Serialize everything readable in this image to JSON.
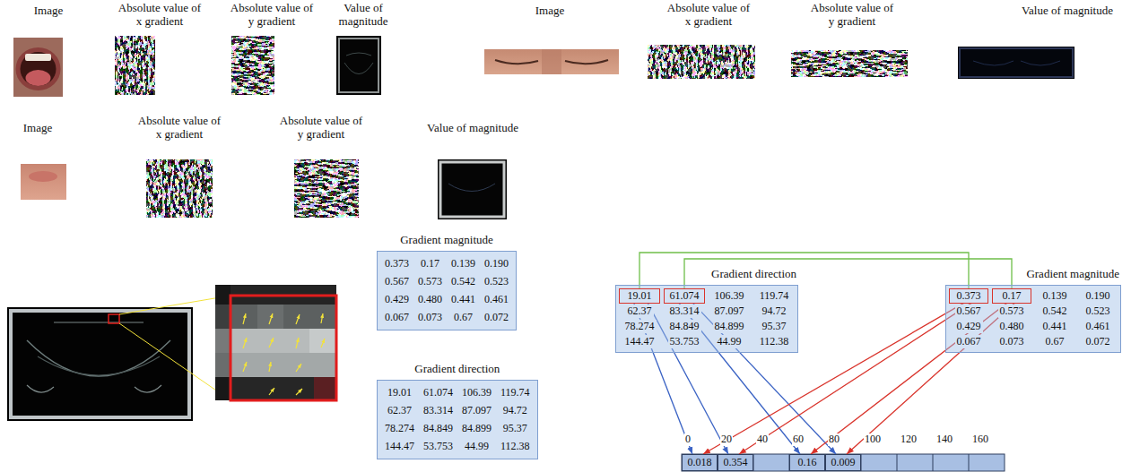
{
  "diagram": {
    "nodes": [
      {
        "text": [
          "Gradient magnitude",
          "0.373",
          "0.17",
          "0.139",
          "0.190",
          "0.567",
          "0.573",
          "0.542",
          "0.523",
          "0.429",
          "0.480",
          "0.441",
          "0.461",
          "0.067",
          "0.073",
          "0.67",
          "0.072"
        ]
      },
      {
        "text": [
          "Gradient direction",
          "19.01",
          "61.074",
          "106.39",
          "119.74",
          "62.37",
          "83.314",
          "87.097",
          "94.72",
          "78.274",
          "84.849",
          "84.899",
          "95.37",
          "144.47",
          "53.753",
          "44.99",
          "112.38"
        ]
      },
      {
        "text": [
          "Gradient direction",
          "106.39",
          "119.74",
          "62.37",
          "83.314",
          "87.097",
          "94.72",
          "78.274",
          "84.849",
          "84.899",
          "95.37",
          "144.47",
          "53.753",
          "44.99",
          "112.38"
        ]
      },
      {
        "text": [
          "19.01"
        ],
        "in": 2
      },
      {
        "text": [
          "61.074"
        ],
        "in": 2
      },
      {
        "text": [
          "Gradient magnitude",
          "0.139",
          "0.190",
          "0.567",
          "0.573",
          "0.542",
          "0.523",
          "0.429",
          "0.480",
          "0.441",
          "0.461",
          "0.067",
          "0.073",
          "0.67",
          "0.072"
        ]
      },
      {
        "text": [
          "0.373"
        ],
        "in": 5
      },
      {
        "text": [
          "0.17"
        ],
        "in": 5
      },
      {
        "text": [
          "0.018"
        ]
      },
      {
        "text": [
          "0.354"
        ]
      },
      {
        "text": [
          "0.16"
        ]
      },
      {
        "text": [
          "0.009"
        ]
      }
    ],
    "edges": [
      {
        "from": 3,
        "to": 8,
        "arrow": "to"
      },
      {
        "from": 3,
        "to": 9,
        "arrow": "to"
      },
      {
        "from": 4,
        "to": 10,
        "arrow": "to"
      },
      {
        "from": 4,
        "to": 11,
        "arrow": "to"
      },
      {
        "from": 6,
        "to": 8,
        "arrow": "to"
      },
      {
        "from": 6,
        "to": 9,
        "arrow": "to"
      },
      {
        "from": 7,
        "to": 10,
        "arrow": "to"
      },
      {
        "from": 7,
        "to": 11,
        "arrow": "to"
      },
      {
        "from": 3,
        "to": 6,
        "arrow": "none"
      },
      {
        "from": 4,
        "to": 7,
        "arrow": "none"
      }
    ],
    "labels": [
      "Image",
      "Absolute value of x gradient",
      "Absolute value of y gradient",
      "Value of magnitude",
      "Image",
      "Absolute value of x gradient",
      "Absolute value of y gradient",
      "Value of magnitude",
      "Image",
      "Absolute value of x gradient",
      "Absolute value of y gradient",
      "Value of magnitude",
      "0",
      "20",
      "40",
      "60",
      "80",
      "100",
      "120",
      "140",
      "160"
    ]
  }
}
